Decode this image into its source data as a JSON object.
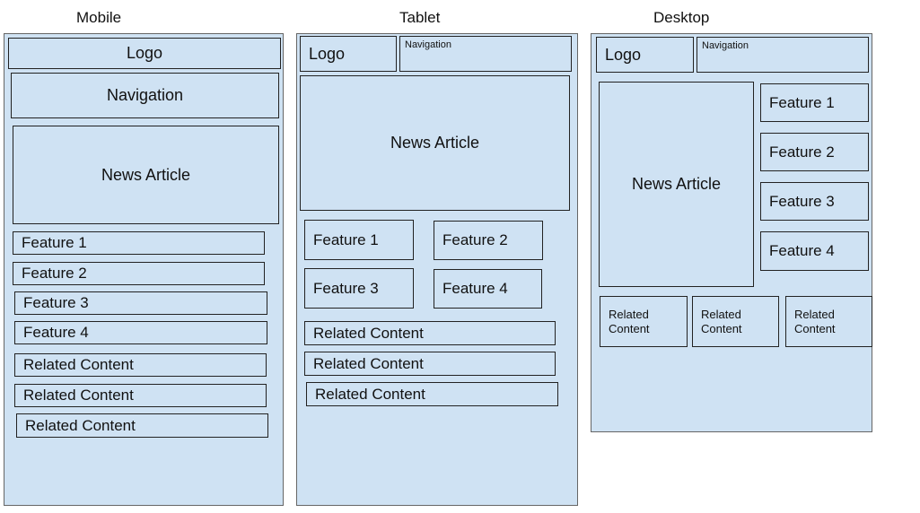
{
  "mobile": {
    "title": "Mobile",
    "logo": "Logo",
    "navigation": "Navigation",
    "article": "News Article",
    "features": [
      "Feature 1",
      "Feature 2",
      "Feature 3",
      "Feature 4"
    ],
    "related": [
      "Related Content",
      "Related Content",
      "Related Content"
    ]
  },
  "tablet": {
    "title": "Tablet",
    "logo": "Logo",
    "navigation": "Navigation",
    "article": "News Article",
    "features": [
      "Feature 1",
      "Feature 2",
      "Feature 3",
      "Feature 4"
    ],
    "related": [
      "Related Content",
      "Related Content",
      "Related Content"
    ]
  },
  "desktop": {
    "title": "Desktop",
    "logo": "Logo",
    "navigation": "Navigation",
    "article": "News Article",
    "features": [
      "Feature 1",
      "Feature 2",
      "Feature 3",
      "Feature 4"
    ],
    "related": [
      "Related Content",
      "Related Content",
      "Related Content"
    ]
  },
  "colors": {
    "box_fill": "#cfe2f3",
    "border": "#222222"
  }
}
